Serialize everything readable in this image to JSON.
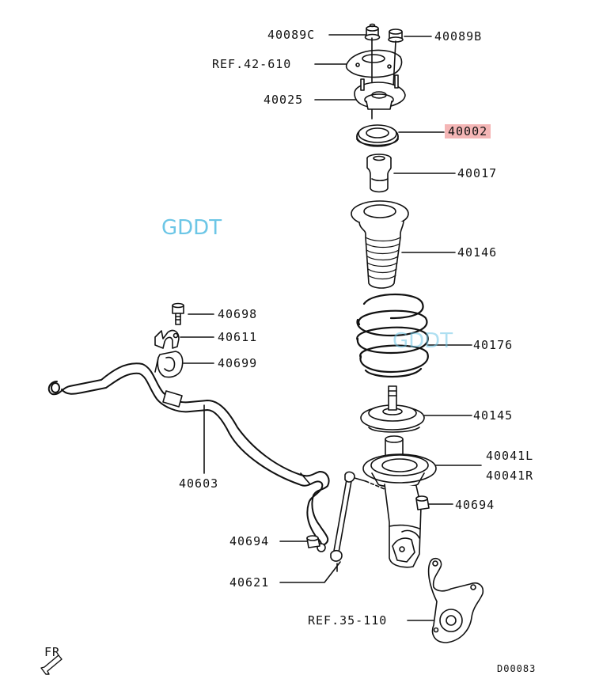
{
  "labels": {
    "p40089C": "40089C",
    "p40089B": "40089B",
    "ref42": "REF.42-610",
    "p40025": "40025",
    "p40002": "40002",
    "p40017": "40017",
    "p40146": "40146",
    "p40176": "40176",
    "p40145": "40145",
    "p40041L": "40041L",
    "p40041R": "40041R",
    "p40694a": "40694",
    "p40694b": "40694",
    "p40698": "40698",
    "p40611": "40611",
    "p40699": "40699",
    "p40603": "40603",
    "p40621": "40621",
    "ref35": "REF.35-110",
    "fr": "FR",
    "code": "D00083"
  },
  "watermarks": [
    "GDDT",
    "GDDT"
  ],
  "colors": {
    "highlight": "#f4b6b6",
    "watermark": "#6cc6e6",
    "line": "#111111"
  }
}
